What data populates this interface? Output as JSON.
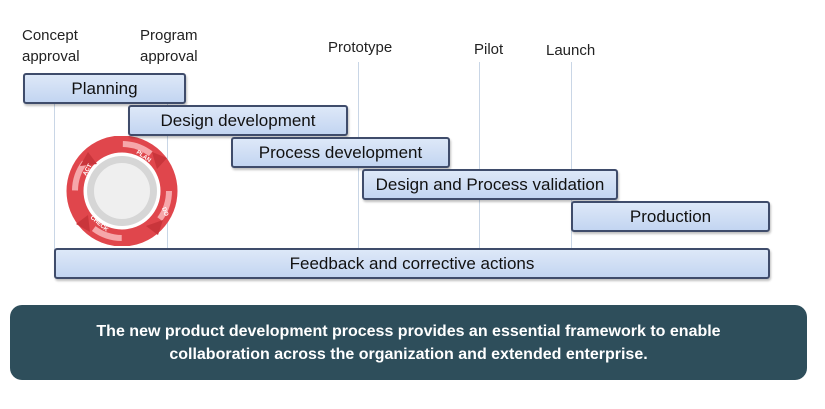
{
  "milestones": {
    "concept": [
      "Concept",
      "approval"
    ],
    "program": [
      "Program",
      "approval"
    ],
    "prototype": "Prototype",
    "pilot": "Pilot",
    "launch": "Launch"
  },
  "phases": {
    "planning": "Planning",
    "design_development": "Design development",
    "process_development": "Process development",
    "validation": "Design and Process validation",
    "production": "Production",
    "feedback": "Feedback and corrective actions"
  },
  "pdca_cycle": {
    "labels": [
      "PLAN",
      "DO",
      "CHECK",
      "ACT"
    ],
    "colors": {
      "arrow": "#e0464c",
      "arrow_light": "#f6a7aa",
      "center": "#e9e9e9"
    }
  },
  "caption": {
    "line1": "The new product development process provides an essential framework to enable",
    "line2": "collaboration across the organization and extended enterprise."
  },
  "colors": {
    "bar_fill": "#c9daf3",
    "bar_border": "#3f4c6b",
    "caption_bg": "#2e4e5b"
  }
}
